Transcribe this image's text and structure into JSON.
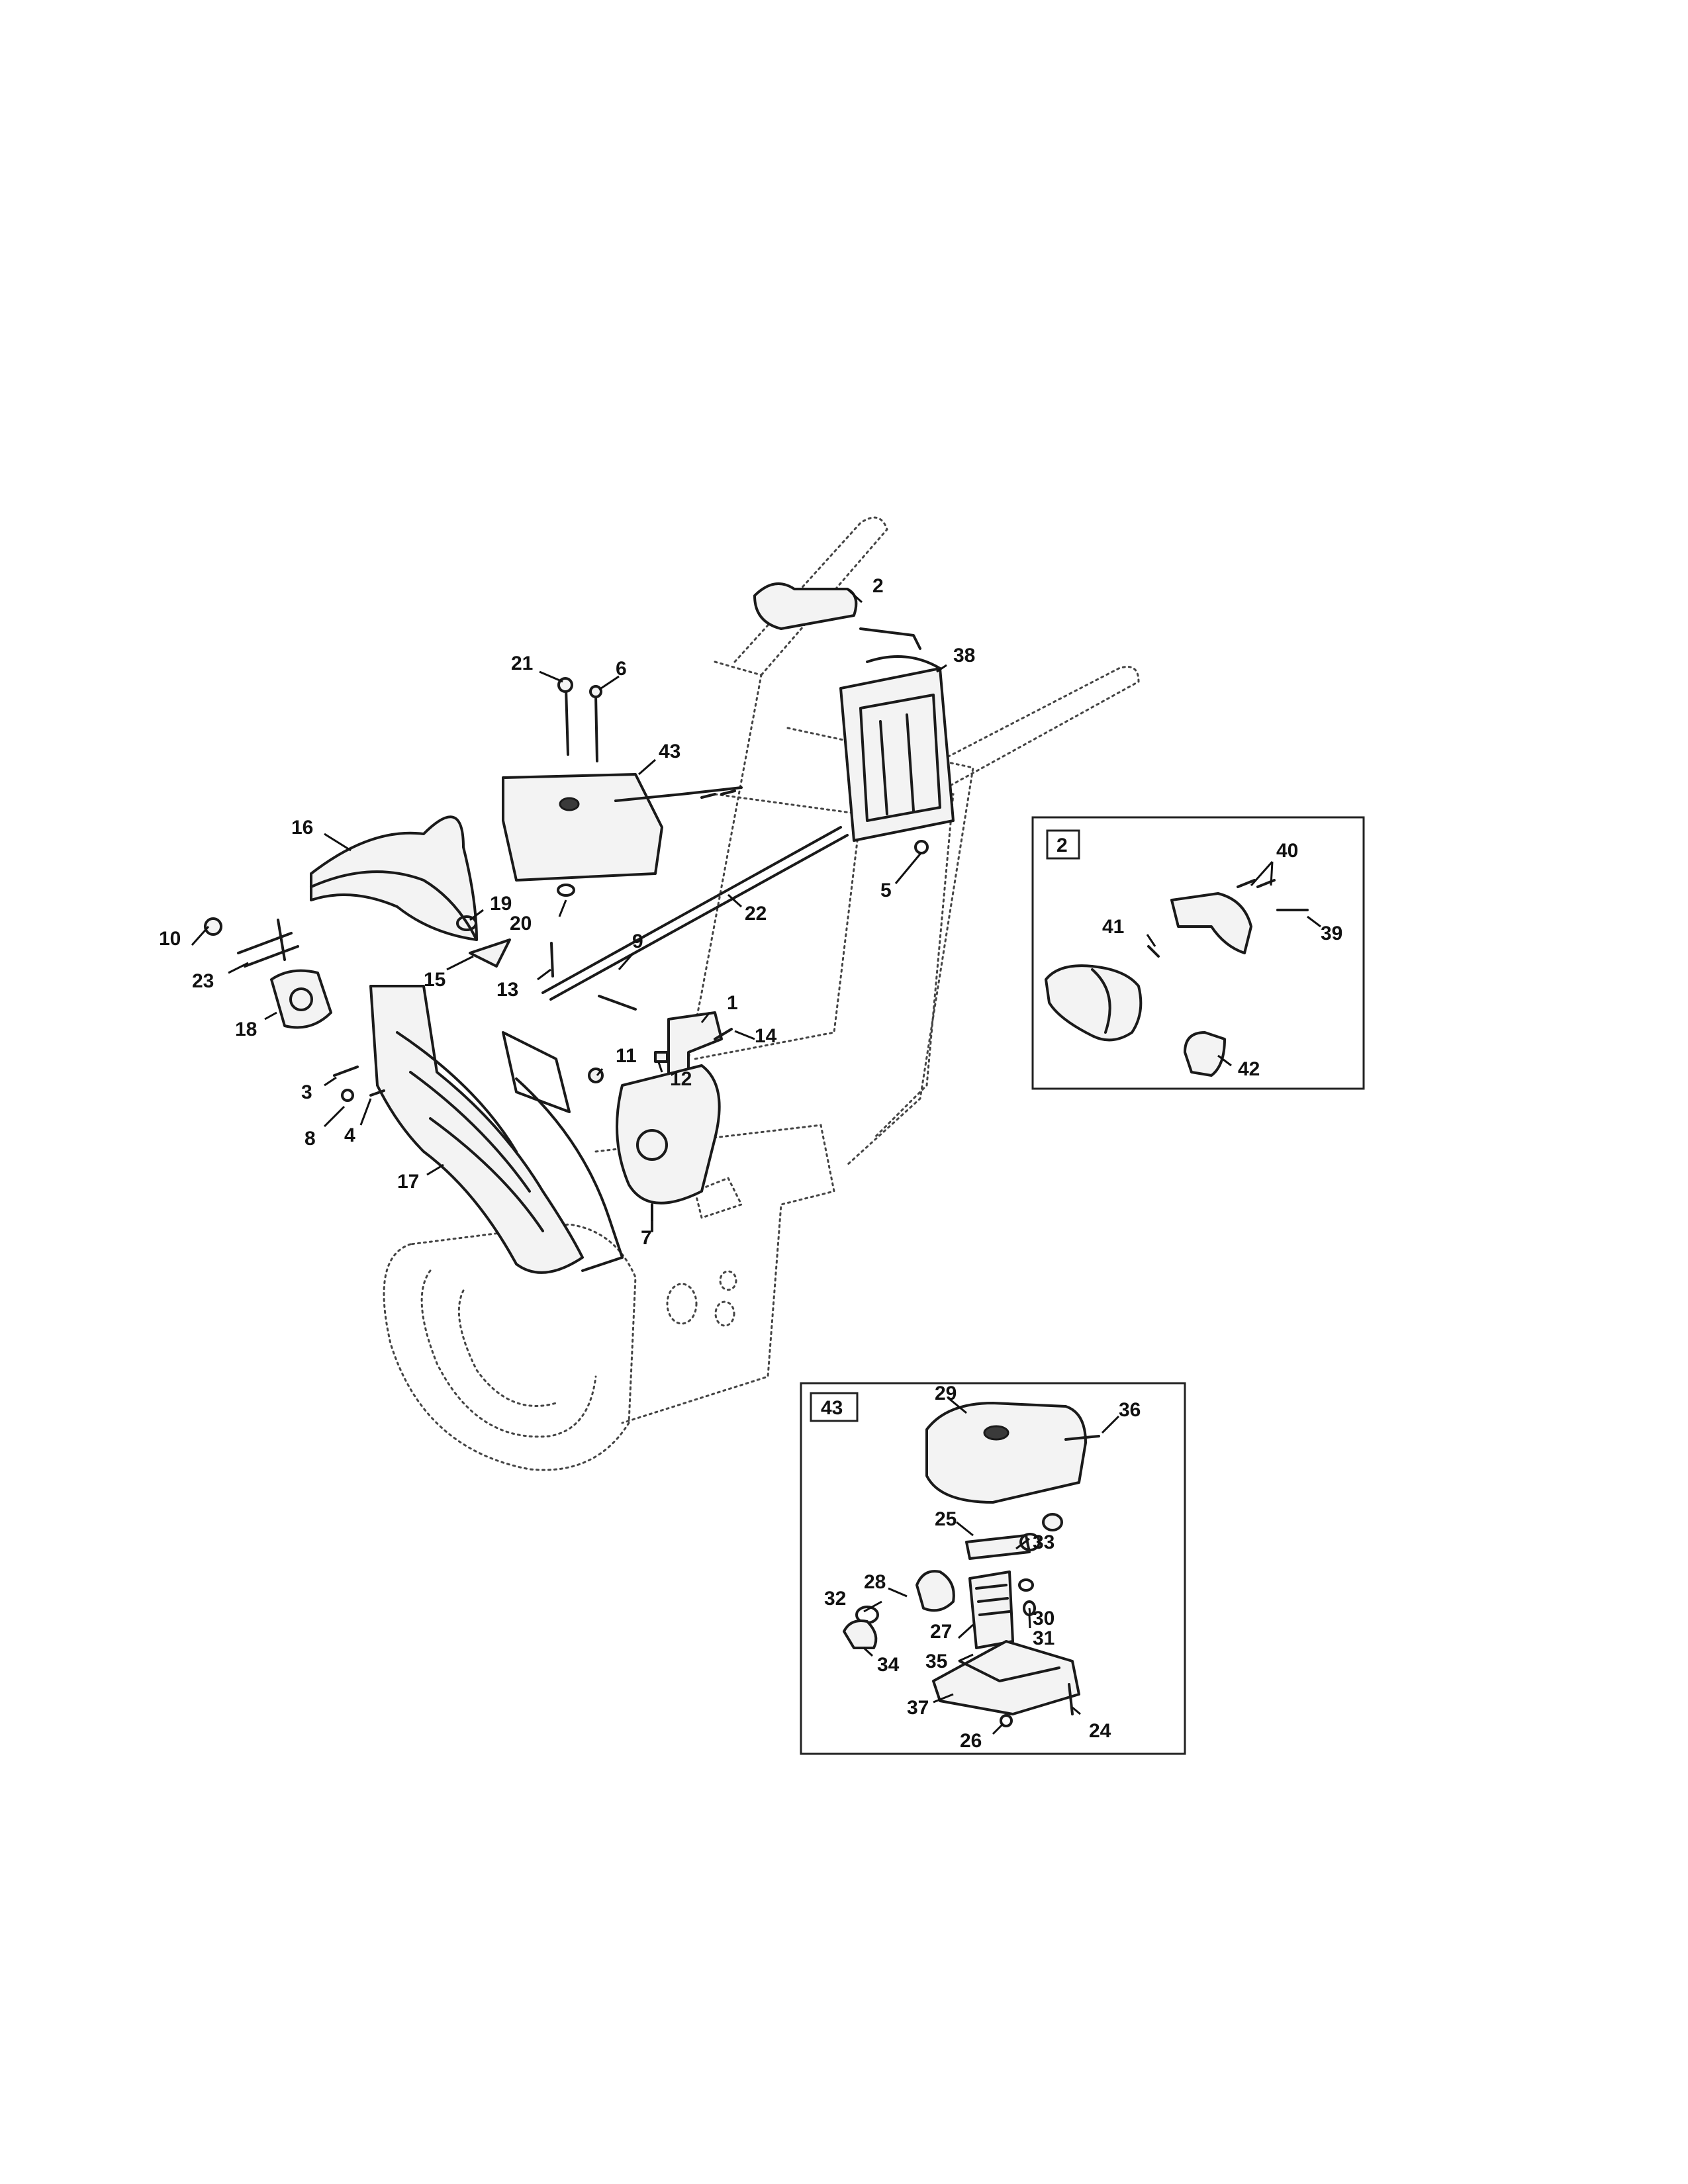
{
  "callouts": {
    "c1": "1",
    "c2": "2",
    "c3": "3",
    "c4": "4",
    "c5": "5",
    "c6": "6",
    "c7": "7",
    "c8": "8",
    "c9": "9",
    "c10": "10",
    "c11": "11",
    "c12": "12",
    "c13": "13",
    "c14": "14",
    "c15": "15",
    "c16": "16",
    "c17": "17",
    "c18": "18",
    "c19": "19",
    "c20": "20",
    "c21": "21",
    "c22": "22",
    "c23": "23",
    "c38": "38",
    "c43": "43"
  },
  "inset_2": {
    "tag": "2",
    "callouts": {
      "c39": "39",
      "c40": "40",
      "c41": "41",
      "c42": "42"
    }
  },
  "inset_43": {
    "tag": "43",
    "callouts": {
      "c24": "24",
      "c25": "25",
      "c26": "26",
      "c27": "27",
      "c28": "28",
      "c29": "29",
      "c30": "30",
      "c31": "31",
      "c32": "32",
      "c33": "33",
      "c34": "34",
      "c35": "35",
      "c36": "36",
      "c37": "37"
    }
  }
}
